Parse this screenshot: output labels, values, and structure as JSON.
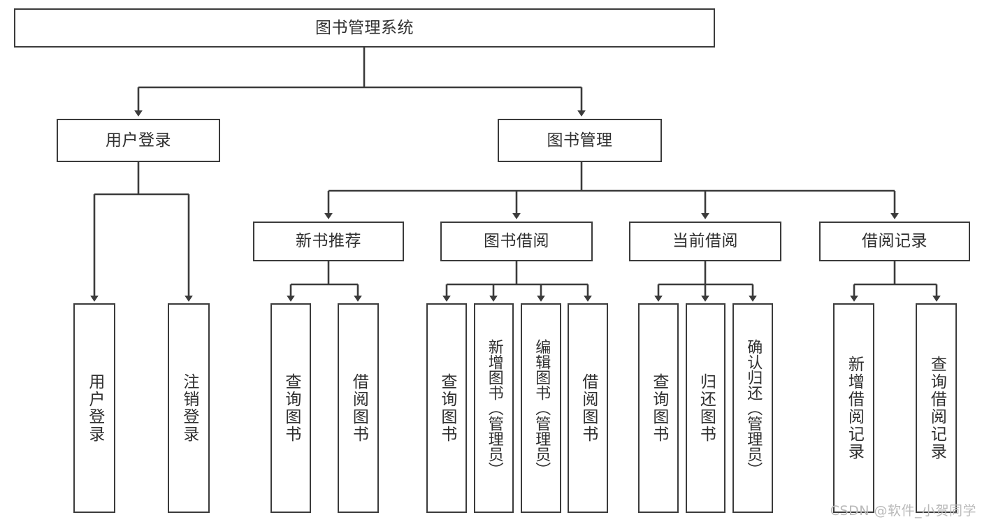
{
  "diagram": {
    "title": "图书管理系统",
    "type": "tree-hierarchy-chart",
    "colors": {
      "box_border": "#3b3b3b",
      "box_fill": "#ffffff",
      "connector": "#3b3b3b",
      "text": "#2f2f2f",
      "watermark": "#b9b9b9",
      "background": "#ffffff"
    },
    "root": {
      "label": "图书管理系统"
    },
    "level2": [
      {
        "label": "用户登录"
      },
      {
        "label": "图书管理"
      }
    ],
    "level3": [
      {
        "label": "新书推荐"
      },
      {
        "label": "图书借阅"
      },
      {
        "label": "当前借阅"
      },
      {
        "label": "借阅记录"
      }
    ],
    "leaves": {
      "user_login": [
        {
          "label": "用户登录"
        },
        {
          "label": "注销登录"
        }
      ],
      "new_book_recommend": [
        {
          "label": "查询图书"
        },
        {
          "label": "借阅图书"
        }
      ],
      "book_borrow": [
        {
          "label": "查询图书"
        },
        {
          "label": "新增图书（管理员）"
        },
        {
          "label": "编辑图书（管理员）"
        },
        {
          "label": "借阅图书"
        }
      ],
      "current_borrow": [
        {
          "label": "查询图书"
        },
        {
          "label": "归还图书"
        },
        {
          "label": "确认归还（管理员）"
        }
      ],
      "borrow_records": [
        {
          "label": "新增借阅记录"
        },
        {
          "label": "查询借阅记录"
        }
      ]
    },
    "watermark": "CSDN @软件_小贺同学"
  }
}
